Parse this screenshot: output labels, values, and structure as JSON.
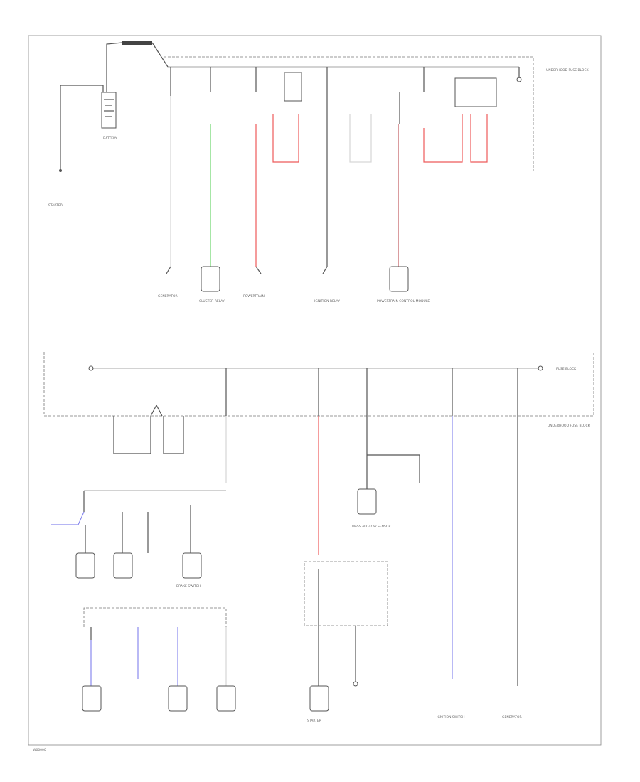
{
  "colors": {
    "black_wire": "#555555",
    "white_wire": "#d6d6d6",
    "red_wire": "#ee5a5a",
    "green_wire": "#6cd46c",
    "blue_wire": "#8a8aee",
    "maroon_wire": "#c0595f",
    "background": "#ffffff"
  },
  "labels": {
    "battery": "BATTERY",
    "starter": "STARTER",
    "generator_top": "GENERATOR",
    "generator_bottom": "GENERATOR",
    "cluster_relay": "CLUSTER RELAY",
    "underhood_fuse_block": "UNDERHOOD FUSE BLOCK",
    "ignition_relay": "IGNITION RELAY",
    "powertrain_control_module": "POWERTRAIN CONTROL MODULE",
    "mass_airflow_sensor": "MASS AIRFLOW SENSOR",
    "ignition_switch": "IGNITION SWITCH",
    "brake_switch": "BRAKE SWITCH",
    "starter_bottom": "STARTER",
    "page_code": "W00000"
  }
}
